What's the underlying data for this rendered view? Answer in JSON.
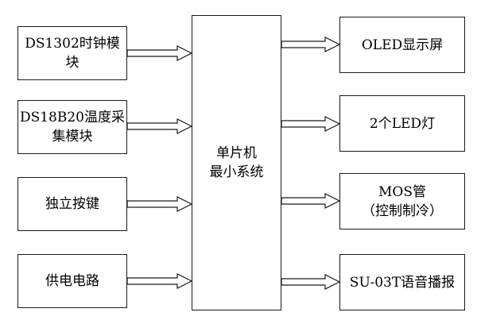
{
  "inputs": {
    "ds1302": "DS1302时钟模块",
    "ds18b20": "DS18B20温度采\n集模块",
    "key": "独立按键",
    "power": "供电电路"
  },
  "mcu": "单片机\n最小系统",
  "outputs": {
    "oled": "OLED显示屏",
    "led": "2个LED灯",
    "mos": "MOS管\n（控制制冷）",
    "voice": "SU-03T语音播报"
  }
}
